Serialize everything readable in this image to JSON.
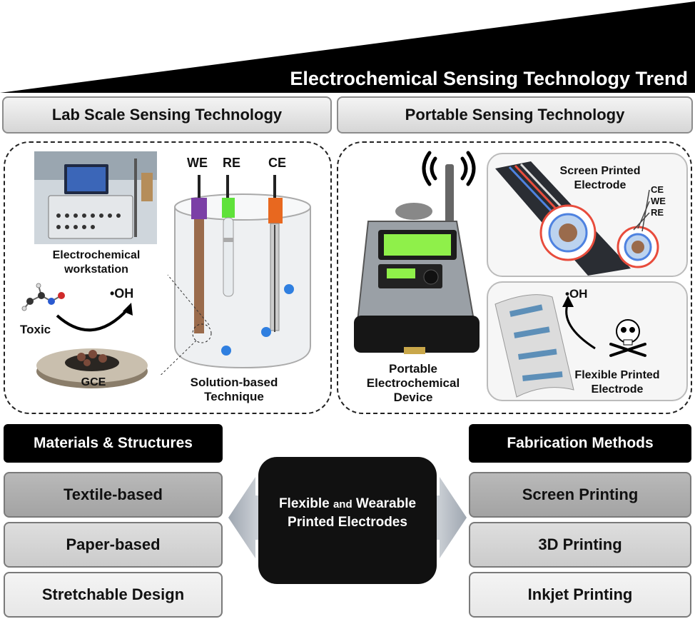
{
  "trend": {
    "title": "Electrochemical Sensing Technology Trend"
  },
  "tabs": {
    "lab": "Lab Scale Sensing Technology",
    "portable": "Portable Sensing Technology"
  },
  "lab": {
    "workstation_label": "Electrochemical workstation",
    "electrodes": [
      "WE",
      "RE",
      "CE"
    ],
    "toxic": "Toxic",
    "radical": "•OH",
    "gce": "GCE",
    "technique": "Solution-based Technique"
  },
  "portable": {
    "device_label": "Portable Electrochemical Device",
    "spe_title": "Screen Printed Electrode",
    "spe_legend": [
      "CE",
      "WE",
      "RE"
    ],
    "radical": "•OH",
    "flexible_title": "Flexible Printed Electrode"
  },
  "materials": {
    "header": "Materials & Structures",
    "items": [
      "Textile-based",
      "Paper-based",
      "Stretchable Design"
    ]
  },
  "center": {
    "line1_big": "Flexible",
    "line1_small": "and",
    "line1_big2": "Wearable",
    "line2": "Printed Electrodes"
  },
  "fabrication": {
    "header": "Fabrication Methods",
    "items": [
      "Screen Printing",
      "3D Printing",
      "Inkjet Printing"
    ]
  },
  "colors": {
    "we": "#7b3fa6",
    "re": "#5fe23a",
    "ce": "#e8681f",
    "bubble": "#2f7fe0",
    "screen": "#8ff04a"
  }
}
